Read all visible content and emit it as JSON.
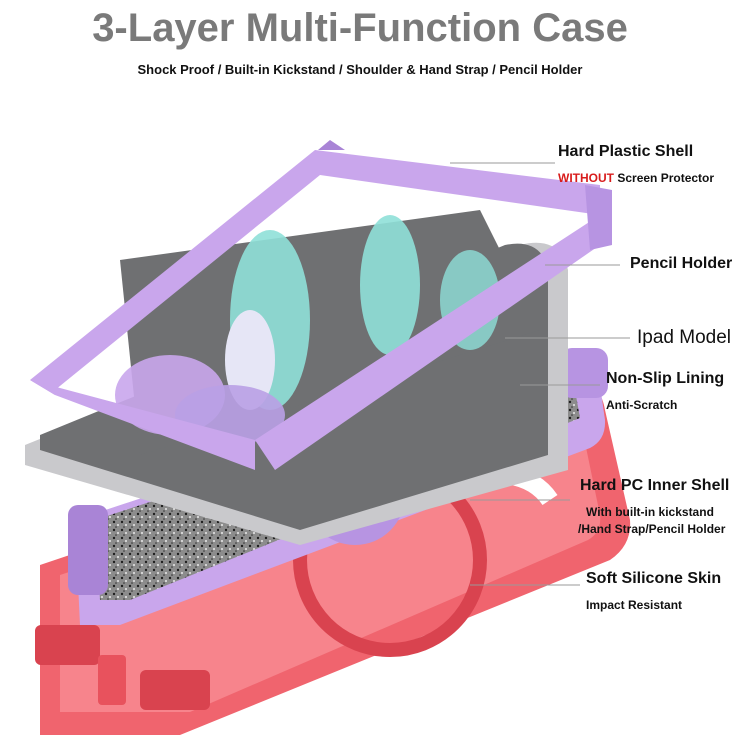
{
  "title": "3-Layer Multi-Function Case",
  "subtitle": "Shock Proof / Built-in Kickstand / Shoulder & Hand Strap / Pencil Holder",
  "labels": {
    "hard_plastic_shell": "Hard Plastic Shell",
    "without": "WITHOUT",
    "screen_protector": "Screen Protector",
    "pencil_holder": "Pencil Holder",
    "ipad_model": "Ipad Model",
    "non_slip_lining": "Non-Slip Lining",
    "anti_scratch": "Anti-Scratch",
    "hard_pc_inner_shell": "Hard PC Inner Shell",
    "with_builtin_kickstand": "With built-in kickstand",
    "hand_strap_pencil_holder": "/Hand Strap/Pencil Holder",
    "soft_silicone_skin": "Soft Silicone Skin",
    "impact_resistant": "Impact Resistant"
  },
  "colors": {
    "title": "#7a7a7a",
    "accent_red": "#d81c1c",
    "lavender": "#c9a6ec",
    "lavender_dark": "#a984d6",
    "coral": "#f0646e",
    "coral_dark": "#d9434f",
    "screen": "#6f7072",
    "mint": "#8fe0d8"
  }
}
